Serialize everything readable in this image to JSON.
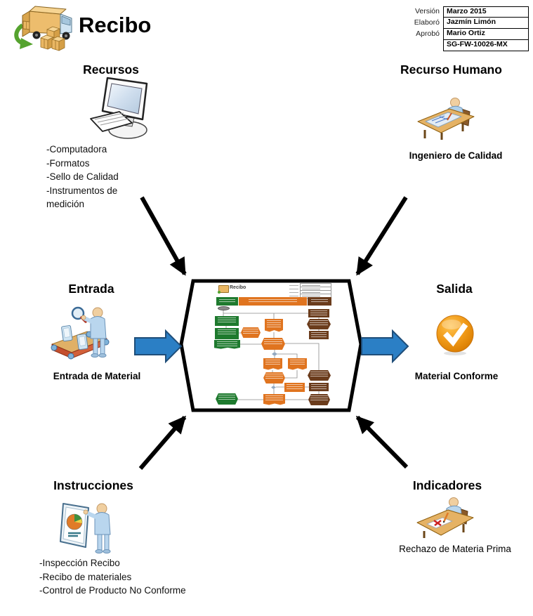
{
  "header": {
    "title": "Recibo",
    "logo_icon": "delivery-truck-logo-icon",
    "info_table": {
      "rows": [
        {
          "label": "Versión",
          "value": "Marzo 2015"
        },
        {
          "label": "Elaboró",
          "value": "Jazmín Limón"
        },
        {
          "label": "Aprobó",
          "value": "Mario Ortiz"
        },
        {
          "label": "",
          "value": "SG-FW-10026-MX"
        }
      ]
    }
  },
  "sections": {
    "recursos": {
      "heading": "Recursos",
      "icon": "desktop-computer-icon",
      "items": [
        "-Computadora",
        "-Formatos",
        "-Sello de Calidad",
        "-Instrumentos de medición"
      ]
    },
    "recurso_humano": {
      "heading": "Recurso Humano",
      "icon": "quality-engineer-desk-icon",
      "caption": "Ingeniero de Calidad"
    },
    "entrada": {
      "heading": "Entrada",
      "icon": "material-inspection-conveyor-icon",
      "caption": "Entrada de Material"
    },
    "salida": {
      "heading": "Salida",
      "icon": "check-mark-icon",
      "caption": "Material Conforme"
    },
    "instrucciones": {
      "heading": "Instrucciones",
      "icon": "instructions-presenter-icon",
      "items": [
        "-Inspección Recibo",
        "-Recibo de materiales",
        "-Control de Producto No Conforme"
      ]
    },
    "indicadores": {
      "heading": "Indicadores",
      "icon": "rejection-report-desk-icon",
      "caption": "Rechazo de Materia Prima"
    }
  },
  "center_flowchart": {
    "title": "Recibo",
    "description": "embedded procedure flowchart with green, orange and brown swim lanes"
  },
  "colors": {
    "arrow_blue": "#2b7fc5",
    "arrow_blue_border": "#1f4e79",
    "flow_green": "#1e7a2e",
    "flow_orange": "#e0741f",
    "flow_brown": "#6b3c1c",
    "flow_gray": "#8c8c8c"
  }
}
